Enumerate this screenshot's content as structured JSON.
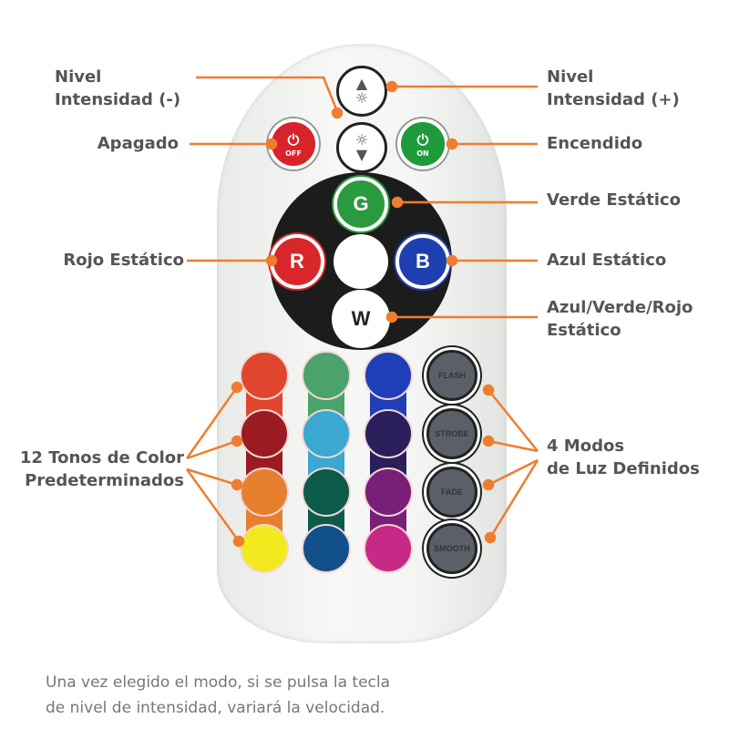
{
  "labels": {
    "dim_minus": [
      "Nivel",
      "Intensidad (-)"
    ],
    "dim_plus": [
      "Nivel",
      "Intensidad (+)"
    ],
    "off": "Apagado",
    "on": "Encendido",
    "green": "Verde Estático",
    "red": "Rojo Estático",
    "blue": "Azul Estático",
    "white": [
      "Azul/Verde/Rojo",
      "Estático"
    ],
    "colors": [
      "12 Tonos de Color",
      "Predeterminados"
    ],
    "modes": [
      "4 Modos",
      "de Luz Definidos"
    ]
  },
  "remote": {
    "off_label": "OFF",
    "on_label": "ON",
    "g": "G",
    "r": "R",
    "b": "B",
    "w": "W",
    "mode_buttons": [
      "FLASH",
      "STROBE",
      "FADE",
      "SMOOTH"
    ],
    "color_buttons": [
      "#e0462e",
      "#4aa36a",
      "#1f3fb8",
      "#9a1c22",
      "#3aa8d0",
      "#2a1f5a",
      "#e6802e",
      "#0b5a4a",
      "#7a1f78",
      "#f2ea1e",
      "#11508a",
      "#c62a86"
    ]
  },
  "accent": "#ef7d2d",
  "footer": [
    "Una vez elegido el modo, si se pulsa la tecla",
    "de nivel de intensidad, variará la velocidad."
  ]
}
